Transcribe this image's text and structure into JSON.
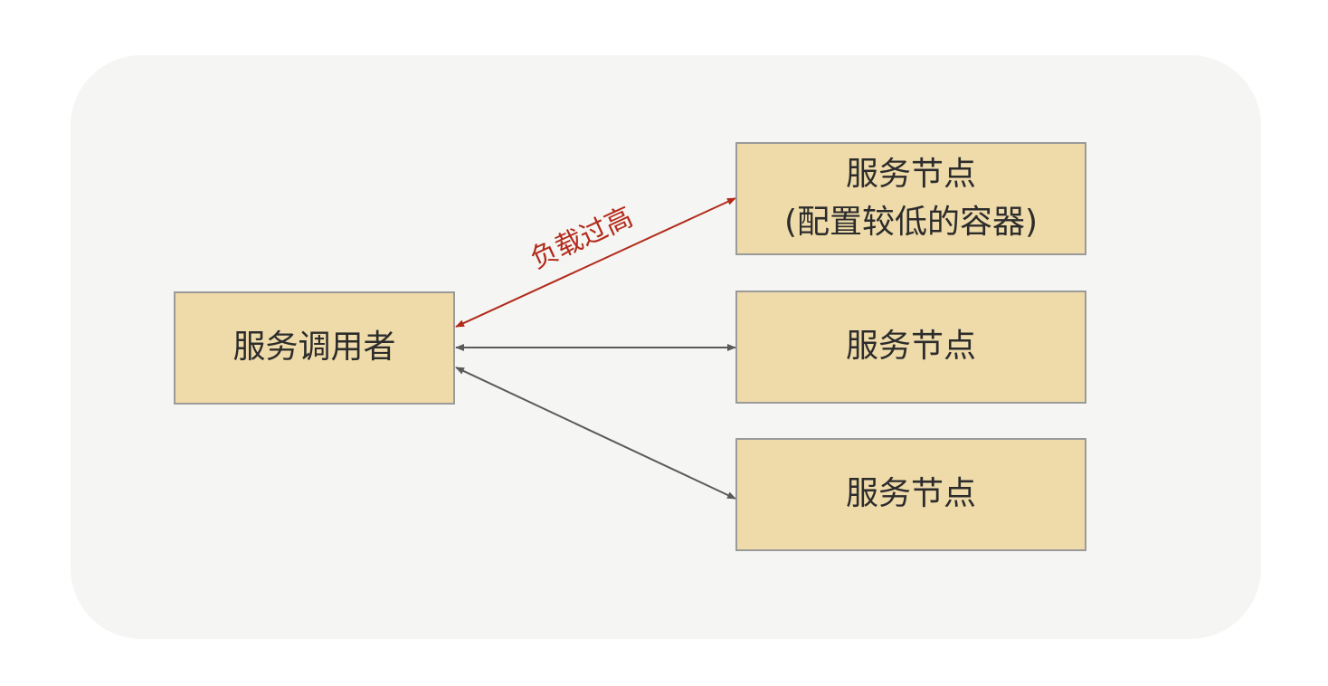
{
  "diagram": {
    "caller": {
      "label": "服务调用者"
    },
    "nodes": [
      {
        "line1": "服务节点",
        "line2": "(配置较低的容器)"
      },
      {
        "line1": "服务节点"
      },
      {
        "line1": "服务节点"
      }
    ],
    "edges": [
      {
        "label": "负载过高",
        "color": "#b22a1a",
        "highlight": true
      },
      {
        "label": "",
        "color": "#5a5a5a"
      },
      {
        "label": "",
        "color": "#5a5a5a"
      }
    ]
  },
  "caption": "",
  "colors": {
    "panel": "#f5f5f3",
    "node_fill": "#efdbaa",
    "node_border": "#9a9a9a",
    "alert": "#b22a1a",
    "edge": "#5a5a5a"
  }
}
